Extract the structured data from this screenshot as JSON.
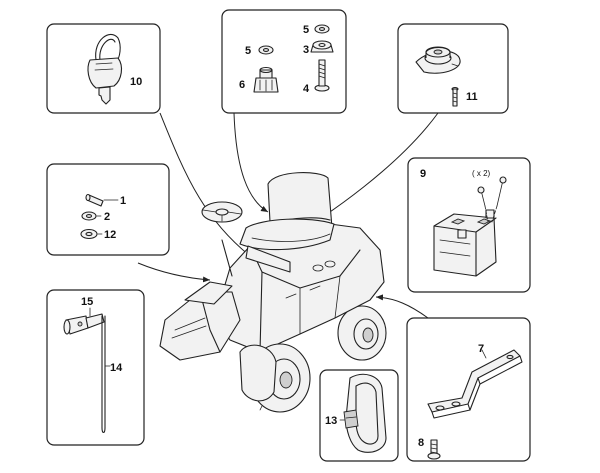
{
  "callouts": {
    "c1": "1",
    "c2": "2",
    "c3": "3",
    "c4": "4",
    "c5a": "5",
    "c5b": "5",
    "c6": "6",
    "c7": "7",
    "c8": "8",
    "c9": "9",
    "c10": "10",
    "c11": "11",
    "c12": "12",
    "c13": "13",
    "c14": "14",
    "c15": "15"
  },
  "notes": {
    "battery_qty": "( x 2)"
  },
  "icons": {
    "key": "ignition-key-icon",
    "fasteners": "bolt-washer-nut-icon",
    "mount": "rubber-mount-icon",
    "battery": "battery-icon",
    "pins": "pin-washer-icon",
    "tool": "spark-plug-wrench-icon",
    "mower": "ride-on-mower-icon",
    "strap": "battery-strap-icon",
    "bracket": "bracket-icon"
  }
}
